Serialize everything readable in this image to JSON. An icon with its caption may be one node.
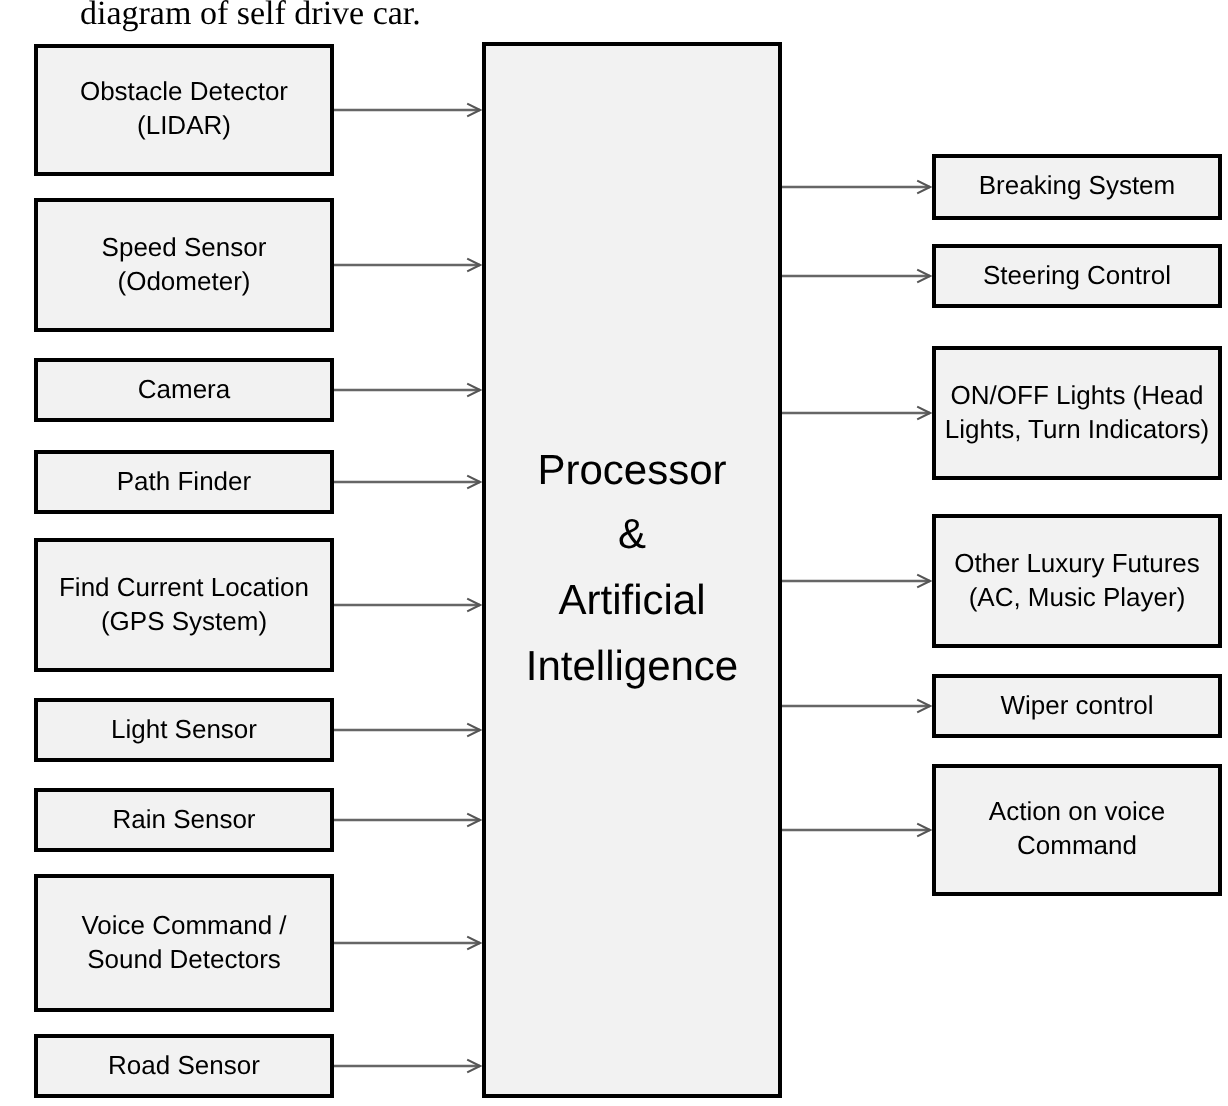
{
  "diagram": {
    "title": "diagram of self drive car.",
    "nodes": [
      {
        "text": [
          "Processor & Artificial Intelligence"
        ]
      },
      {
        "text": [
          "Obstacle Detector (LIDAR)"
        ]
      },
      {
        "text": [
          "Speed Sensor (Odometer)"
        ]
      },
      {
        "text": [
          "Camera"
        ]
      },
      {
        "text": [
          "Path Finder"
        ]
      },
      {
        "text": [
          "Find Current Location (GPS System)"
        ]
      },
      {
        "text": [
          "Light Sensor"
        ]
      },
      {
        "text": [
          "Rain Sensor"
        ]
      },
      {
        "text": [
          "Voice Command / Sound Detectors"
        ]
      },
      {
        "text": [
          "Road Sensor"
        ]
      },
      {
        "text": [
          "Breaking System"
        ]
      },
      {
        "text": [
          "Steering Control"
        ]
      },
      {
        "text": [
          "ON/OFF Lights (Head Lights, Turn Indicators)"
        ]
      },
      {
        "text": [
          "Other Luxury Futures (AC, Music Player)"
        ]
      },
      {
        "text": [
          "Wiper control"
        ]
      },
      {
        "text": [
          "Action on voice Command"
        ]
      }
    ],
    "edges": [
      {
        "from": 1,
        "to": 0,
        "arrow": "to"
      },
      {
        "from": 2,
        "to": 0,
        "arrow": "to"
      },
      {
        "from": 3,
        "to": 0,
        "arrow": "to"
      },
      {
        "from": 4,
        "to": 0,
        "arrow": "to"
      },
      {
        "from": 5,
        "to": 0,
        "arrow": "to"
      },
      {
        "from": 6,
        "to": 0,
        "arrow": "to"
      },
      {
        "from": 7,
        "to": 0,
        "arrow": "to"
      },
      {
        "from": 8,
        "to": 0,
        "arrow": "to"
      },
      {
        "from": 9,
        "to": 0,
        "arrow": "to"
      },
      {
        "from": 0,
        "to": 10,
        "arrow": "to"
      },
      {
        "from": 0,
        "to": 11,
        "arrow": "to"
      },
      {
        "from": 0,
        "to": 12,
        "arrow": "to"
      },
      {
        "from": 0,
        "to": 13,
        "arrow": "to"
      },
      {
        "from": 0,
        "to": 14,
        "arrow": "to"
      },
      {
        "from": 0,
        "to": 15,
        "arrow": "to"
      }
    ]
  }
}
